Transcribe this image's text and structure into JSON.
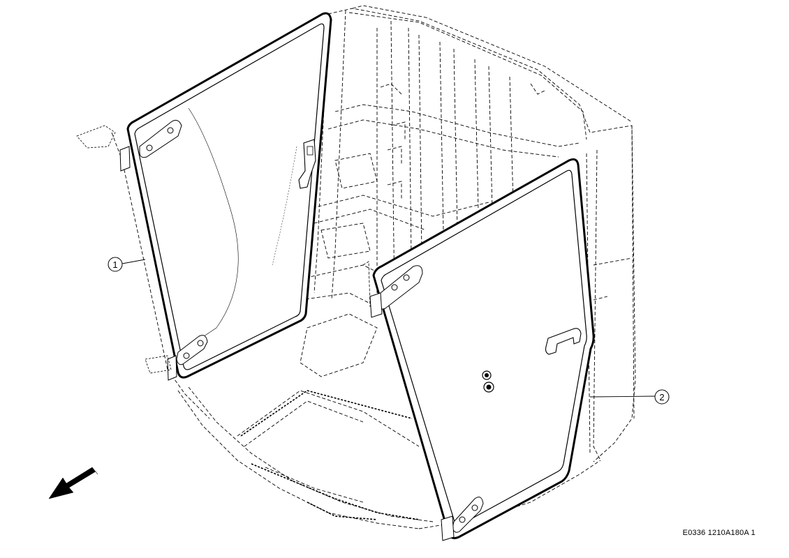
{
  "callouts": [
    {
      "label": "1"
    },
    {
      "label": "2"
    }
  ],
  "drawing_reference": "E0336 1210A180A 1",
  "colors": {
    "line": "#000000",
    "background": "#ffffff",
    "glass": "#ffffff"
  },
  "icons": {
    "direction": "front-direction-arrow-icon"
  }
}
